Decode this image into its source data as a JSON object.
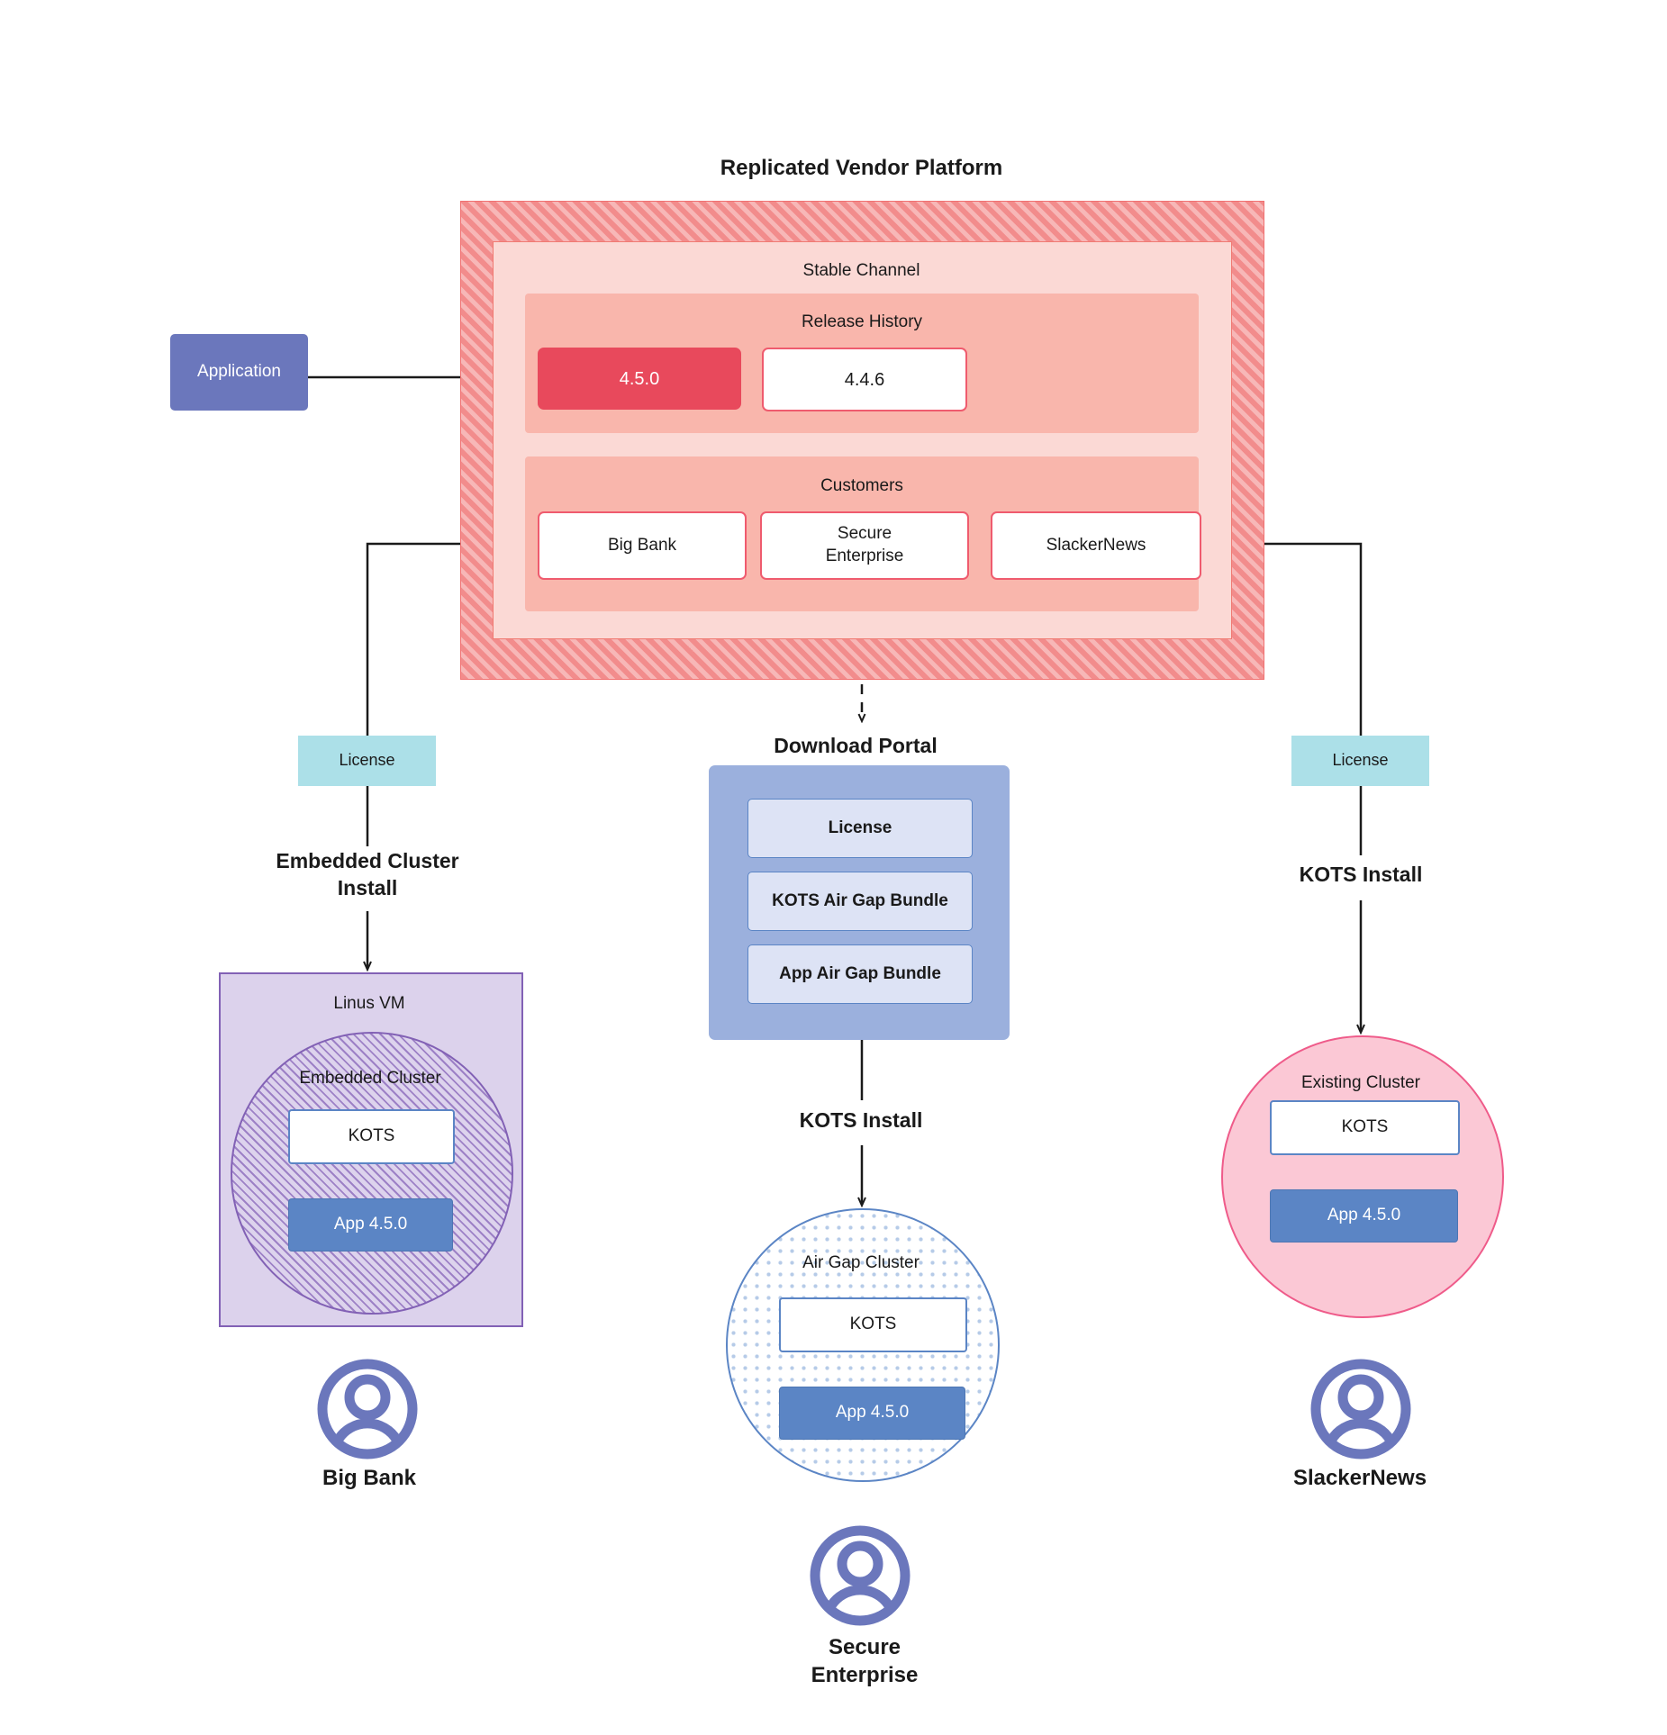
{
  "diagram": {
    "title": "Replicated Vendor Platform",
    "platform": {
      "label": "Replicated Vendor Platform",
      "channel": {
        "label": "Stable Channel",
        "release_history": {
          "label": "Release History",
          "releases": [
            {
              "version": "4.5.0",
              "state": "current"
            },
            {
              "version": "4.4.6",
              "state": "previous"
            }
          ]
        },
        "customers": {
          "label": "Customers",
          "items": [
            {
              "name": "Big Bank"
            },
            {
              "name": "Secure\nEnterprise"
            },
            {
              "name": "SlackerNews"
            }
          ]
        }
      }
    },
    "application_box": {
      "label": "Application"
    },
    "licenses": [
      {
        "id": "license-left",
        "label": "License"
      },
      {
        "id": "license-right",
        "label": "License"
      }
    ],
    "edge_labels": {
      "embedded_cluster_install": "Embedded Cluster\nInstall",
      "kots_install_right": "KOTS Install",
      "kots_install_middle": "KOTS Install"
    },
    "download_portal": {
      "title": "Download  Portal",
      "items": [
        {
          "label": "License"
        },
        {
          "label": "KOTS Air Gap Bundle"
        },
        {
          "label": "App Air Gap Bundle"
        }
      ]
    },
    "targets": {
      "linus_vm": {
        "label": "Linus VM",
        "embedded_cluster": {
          "label": "Embedded Cluster",
          "kots": "KOTS",
          "app": "App 4.5.0"
        }
      },
      "air_gap_cluster": {
        "label": "Air Gap Cluster",
        "kots": "KOTS",
        "app": "App 4.5.0"
      },
      "existing_cluster": {
        "label": "Existing Cluster",
        "kots": "KOTS",
        "app": "App 4.5.0"
      }
    },
    "personas": [
      {
        "name": "Big Bank"
      },
      {
        "name": "Secure\nEnterprise"
      },
      {
        "name": "SlackerNews"
      }
    ],
    "colors": {
      "platform_hatch": "#f28c8c",
      "channel_bg": "#fbd9d5",
      "section_bg": "#f9b6ac",
      "release_current": "#e8495c",
      "release_border": "#ef5b6e",
      "application": "#6b77bc",
      "license": "#ace0e8",
      "download_portal": "#9bb0dd",
      "download_item": "#dde3f5",
      "vm_purple": "#dcd2ec",
      "vm_border": "#8261b5",
      "cluster_blue": "#5b85c5",
      "existing_pink": "#fbc8d5",
      "existing_border": "#ef5b8a",
      "avatar": "#6b77bc",
      "connector": "#1a1a1a"
    }
  }
}
